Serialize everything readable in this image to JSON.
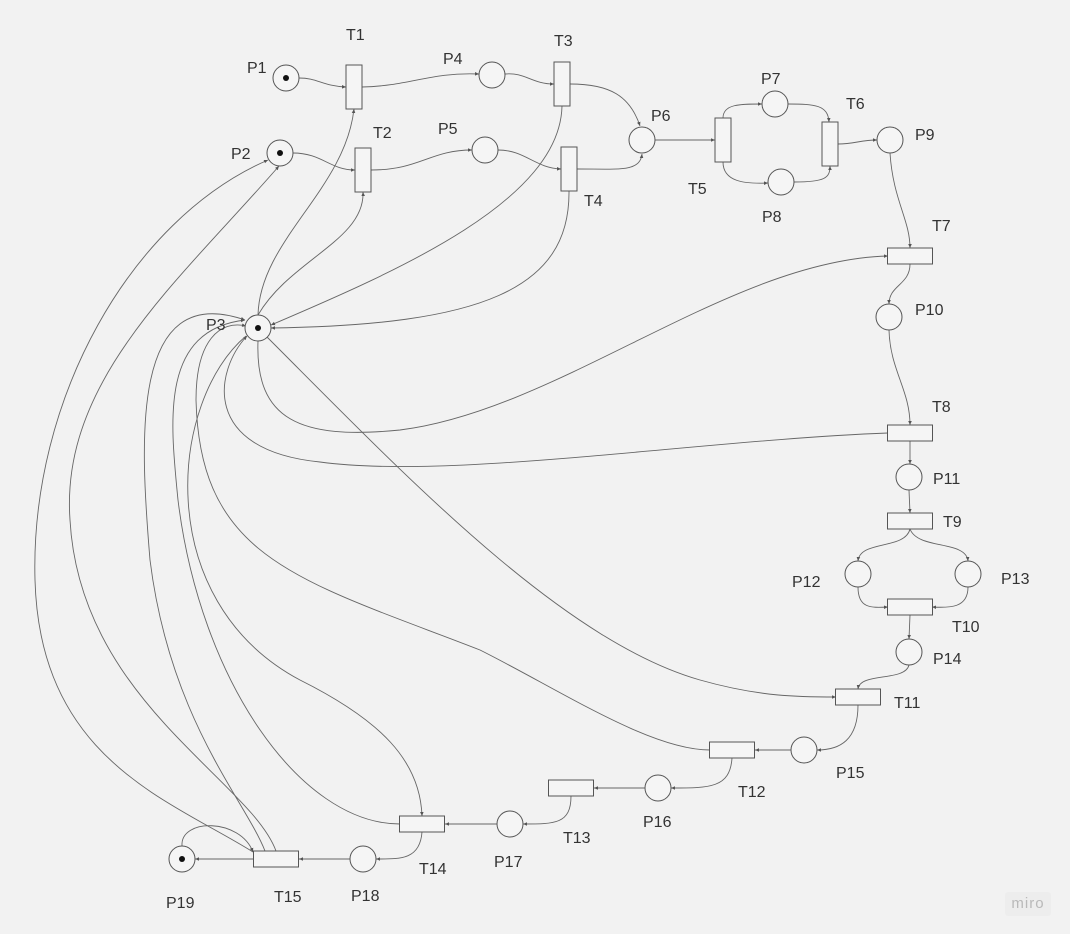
{
  "places": [
    {
      "id": "p1",
      "label": "P1",
      "tokens": 1
    },
    {
      "id": "p2",
      "label": "P2",
      "tokens": 1
    },
    {
      "id": "p3",
      "label": "P3",
      "tokens": 1
    },
    {
      "id": "p4",
      "label": "P4",
      "tokens": 0
    },
    {
      "id": "p5",
      "label": "P5",
      "tokens": 0
    },
    {
      "id": "p6",
      "label": "P6",
      "tokens": 0
    },
    {
      "id": "p7",
      "label": "P7",
      "tokens": 0
    },
    {
      "id": "p8",
      "label": "P8",
      "tokens": 0
    },
    {
      "id": "p9",
      "label": "P9",
      "tokens": 0
    },
    {
      "id": "p10",
      "label": "P10",
      "tokens": 0
    },
    {
      "id": "p11",
      "label": "P11",
      "tokens": 0
    },
    {
      "id": "p12",
      "label": "P12",
      "tokens": 0
    },
    {
      "id": "p13",
      "label": "P13",
      "tokens": 0
    },
    {
      "id": "p14",
      "label": "P14",
      "tokens": 0
    },
    {
      "id": "p15",
      "label": "P15",
      "tokens": 0
    },
    {
      "id": "p16",
      "label": "P16",
      "tokens": 0
    },
    {
      "id": "p17",
      "label": "P17",
      "tokens": 0
    },
    {
      "id": "p18",
      "label": "P18",
      "tokens": 0
    },
    {
      "id": "p19",
      "label": "P19",
      "tokens": 1
    }
  ],
  "transitions": [
    {
      "id": "t1",
      "label": "T1"
    },
    {
      "id": "t2",
      "label": "T2"
    },
    {
      "id": "t3",
      "label": "T3"
    },
    {
      "id": "t4",
      "label": "T4"
    },
    {
      "id": "t5",
      "label": "T5"
    },
    {
      "id": "t6",
      "label": "T6"
    },
    {
      "id": "t7",
      "label": "T7"
    },
    {
      "id": "t8",
      "label": "T8"
    },
    {
      "id": "t9",
      "label": "T9"
    },
    {
      "id": "t10",
      "label": "T10"
    },
    {
      "id": "t11",
      "label": "T11"
    },
    {
      "id": "t12",
      "label": "T12"
    },
    {
      "id": "t13",
      "label": "T13"
    },
    {
      "id": "t14",
      "label": "T14"
    },
    {
      "id": "t15",
      "label": "T15"
    }
  ],
  "arcs": [
    [
      "p1",
      "t1"
    ],
    [
      "t1",
      "p4"
    ],
    [
      "p4",
      "t3"
    ],
    [
      "t3",
      "p6"
    ],
    [
      "p2",
      "t2"
    ],
    [
      "t2",
      "p5"
    ],
    [
      "p5",
      "t4"
    ],
    [
      "t4",
      "p6"
    ],
    [
      "p6",
      "t5"
    ],
    [
      "t5",
      "p7"
    ],
    [
      "t5",
      "p8"
    ],
    [
      "p7",
      "t6"
    ],
    [
      "p8",
      "t6"
    ],
    [
      "t6",
      "p9"
    ],
    [
      "p9",
      "t7"
    ],
    [
      "t7",
      "p10"
    ],
    [
      "p10",
      "t8"
    ],
    [
      "t8",
      "p11"
    ],
    [
      "p11",
      "t9"
    ],
    [
      "t9",
      "p12"
    ],
    [
      "t9",
      "p13"
    ],
    [
      "p12",
      "t10"
    ],
    [
      "p13",
      "t10"
    ],
    [
      "t10",
      "p14"
    ],
    [
      "p14",
      "t11"
    ],
    [
      "t11",
      "p15"
    ],
    [
      "p15",
      "t12"
    ],
    [
      "t12",
      "p16"
    ],
    [
      "p16",
      "t13"
    ],
    [
      "t13",
      "p17"
    ],
    [
      "p17",
      "t14"
    ],
    [
      "t14",
      "p18"
    ],
    [
      "p18",
      "t15"
    ],
    [
      "t15",
      "p19"
    ],
    [
      "p19",
      "t15"
    ],
    [
      "p3",
      "t1"
    ],
    [
      "p3",
      "t2"
    ],
    [
      "t3",
      "p3"
    ],
    [
      "t4",
      "p3"
    ],
    [
      "p3",
      "t7"
    ],
    [
      "t8",
      "p3"
    ],
    [
      "p3",
      "t11"
    ],
    [
      "t12",
      "p3"
    ],
    [
      "p3",
      "t14"
    ],
    [
      "t14",
      "p3"
    ],
    [
      "t15",
      "p3"
    ],
    [
      "t15",
      "p2"
    ]
  ],
  "colors": {
    "background": "#f2f2f2",
    "stroke": "#555555",
    "fill": "#f5f5f5",
    "token": "#111111"
  },
  "brand": {
    "text": "miro"
  }
}
